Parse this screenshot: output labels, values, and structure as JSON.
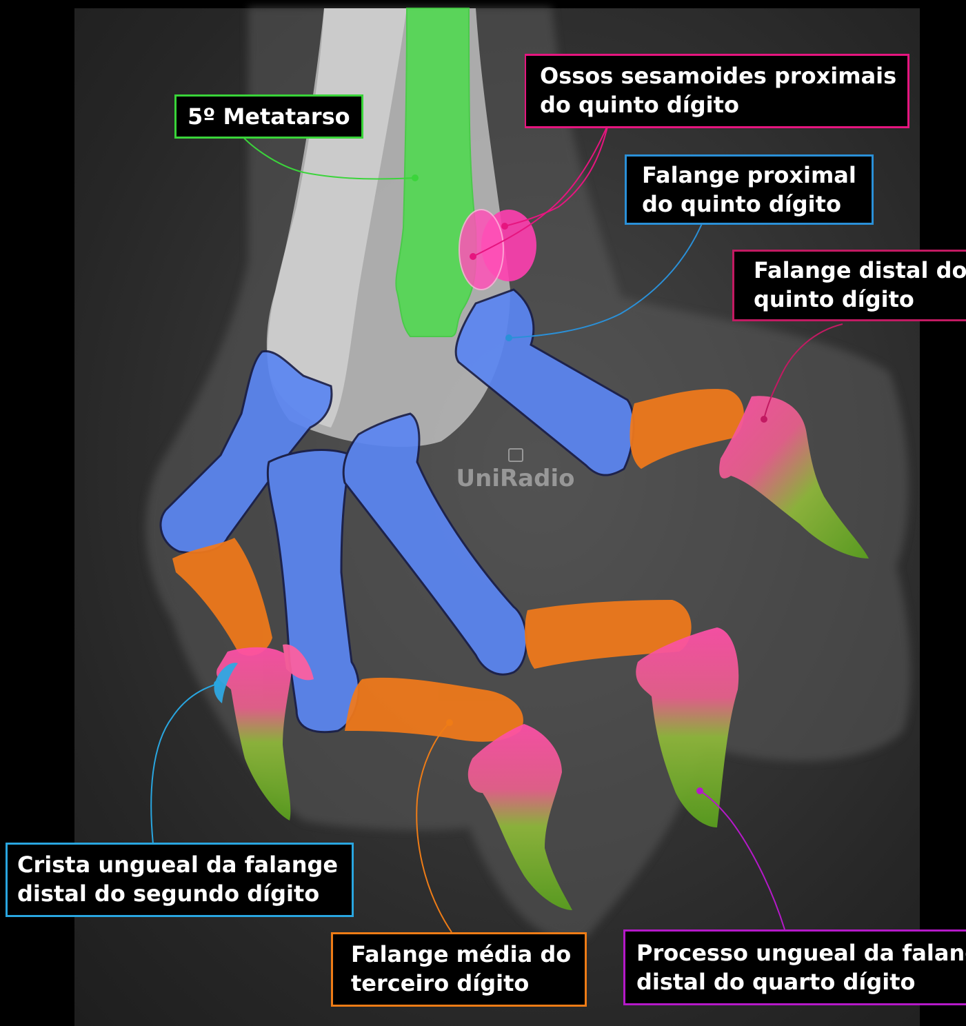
{
  "watermark": "UniRadio",
  "colors": {
    "metatarsal": "#4cdc4c",
    "proximal_phalanx": "#5b86f2",
    "middle_phalanx": "#f27a1a",
    "distal_phalanx_top": "#ff4fa8",
    "distal_phalanx_claw": "#6fb82e",
    "sesamoid": "#ff3fb0"
  },
  "labels": {
    "metatarso": {
      "text": "5º Metatarso",
      "border_color": "#39d439"
    },
    "sesamoides": {
      "line1": "Ossos sesamoides proximais",
      "line2": "do quinto dígito",
      "border_color": "#e6157f"
    },
    "falange_proximal": {
      "line1": "Falange proximal",
      "line2": "do quinto dígito",
      "border_color": "#2a90d8"
    },
    "falange_distal": {
      "line1": "Falange distal do",
      "line2": "quinto dígito",
      "border_color": "#c21a62"
    },
    "crista": {
      "line1": "Crista ungueal da falange",
      "line2": "distal do segundo dígito",
      "border_color": "#29a6e0"
    },
    "falange_media": {
      "line1": "Falange média do",
      "line2": "terceiro dígito",
      "border_color": "#ef7c16"
    },
    "processo": {
      "line1": "Processo ungueal da falange",
      "line2": "distal do quarto dígito",
      "border_color": "#b519c9"
    }
  }
}
